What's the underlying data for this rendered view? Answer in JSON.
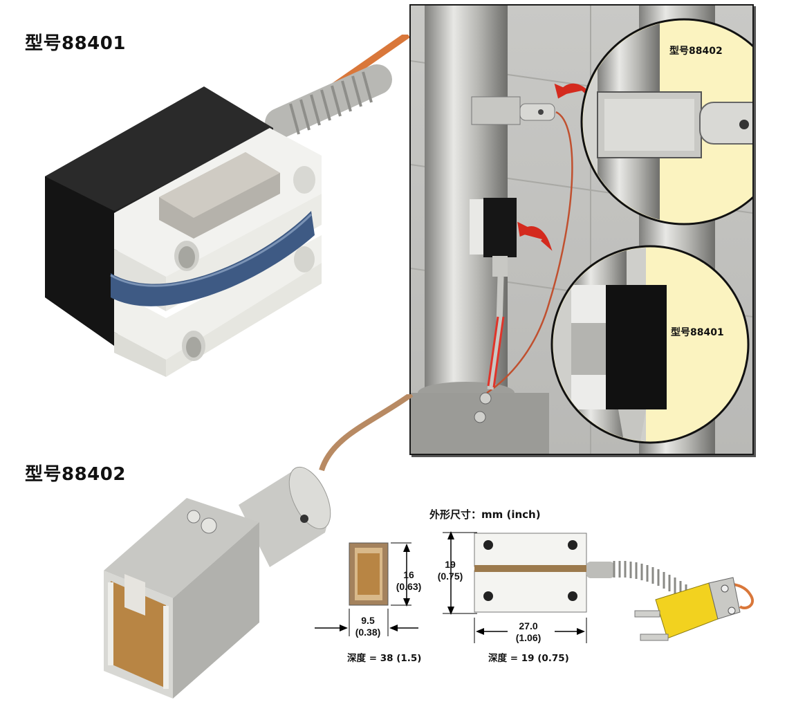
{
  "model_88401": {
    "label": "型号88401"
  },
  "model_88402": {
    "label": "型号88402"
  },
  "photo": {
    "callout_top": {
      "label": "型号88402"
    },
    "callout_bottom": {
      "label": "型号88401"
    }
  },
  "dimensions": {
    "title": "外形尺寸：mm (inch)",
    "small_sensor": {
      "height_mm": "16",
      "height_in": "(0.63)",
      "width_mm": "9.5",
      "width_in": "(0.38)",
      "depth": "深度 = 38 (1.5)"
    },
    "large_sensor": {
      "height_mm": "19",
      "height_in": "(0.75)",
      "width_mm": "27.0",
      "width_in": "(1.06)",
      "depth": "深度 = 19 (0.75)"
    }
  },
  "colors": {
    "arrow_red": "#d42a1e",
    "callout_bg": "#fbf3c0",
    "cable_orange": "#d9773a",
    "block_black": "#1b1b1b",
    "ptfe_white": "#f2f2ef",
    "connector_yellow": "#f2d21f"
  }
}
